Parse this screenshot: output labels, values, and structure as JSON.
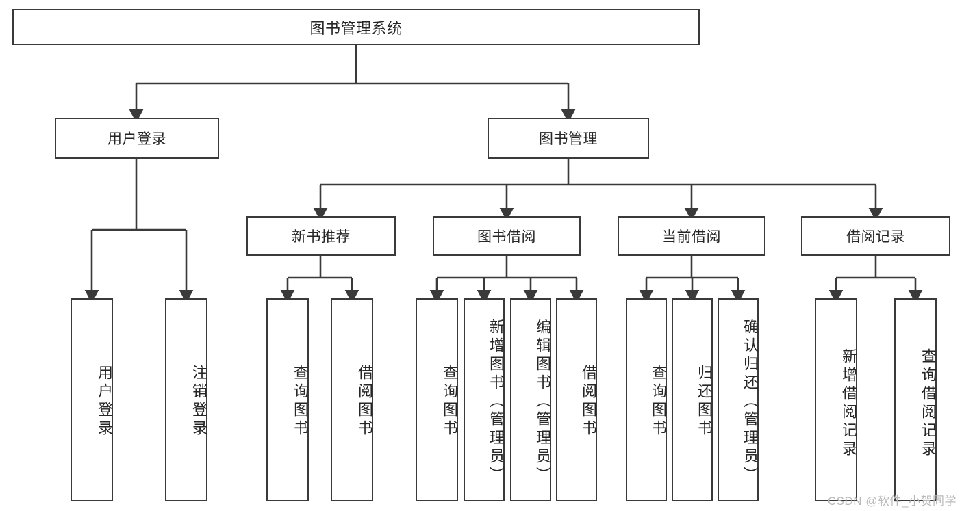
{
  "diagram": {
    "title": "图书管理系统",
    "type": "tree",
    "stroke_color": "#3a3a3a",
    "text_color": "#262626",
    "background_color": "#ffffff"
  },
  "root": {
    "label": "图书管理系统"
  },
  "level2": [
    {
      "label": "用户登录"
    },
    {
      "label": "图书管理"
    }
  ],
  "user_login_leaves": [
    {
      "label": "用户登录"
    },
    {
      "label": "注销登录"
    }
  ],
  "level3": [
    {
      "label": "新书推荐"
    },
    {
      "label": "图书借阅"
    },
    {
      "label": "当前借阅"
    },
    {
      "label": "借阅记录"
    }
  ],
  "new_book_leaves": [
    {
      "label": "查询图书"
    },
    {
      "label": "借阅图书"
    }
  ],
  "borrow_leaves": [
    {
      "label": "查询图书"
    },
    {
      "label": "新增图书（管理员）"
    },
    {
      "label": "编辑图书（管理员）"
    },
    {
      "label": "借阅图书"
    }
  ],
  "current_borrow_leaves": [
    {
      "label": "查询图书"
    },
    {
      "label": "归还图书"
    },
    {
      "label": "确认归还（管理员）"
    }
  ],
  "record_leaves": [
    {
      "label": "新增借阅记录"
    },
    {
      "label": "查询借阅记录"
    }
  ],
  "watermark": {
    "text": "CSDN @软件_小贺同学"
  }
}
